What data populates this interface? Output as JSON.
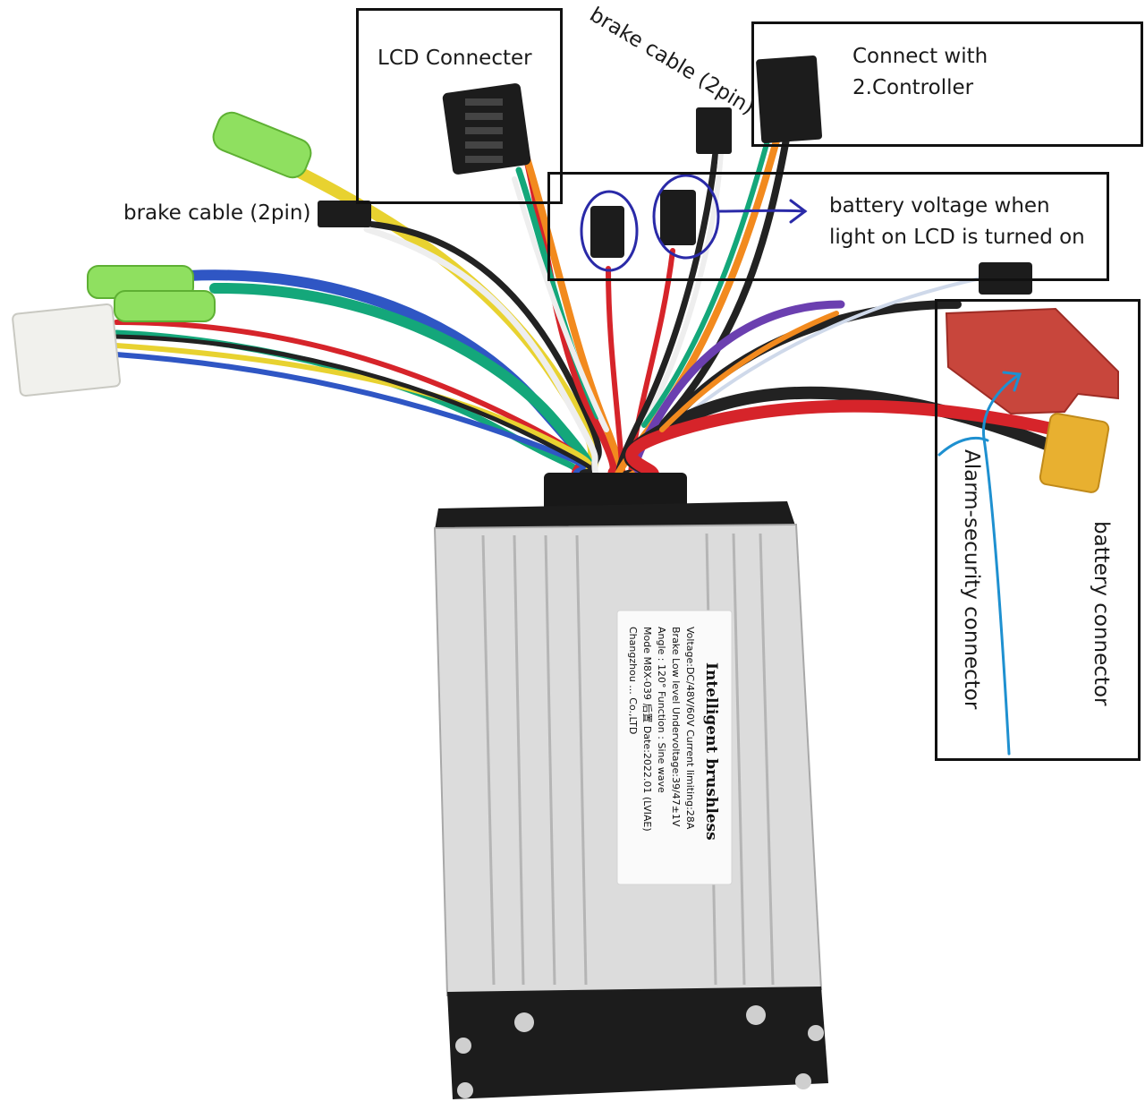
{
  "labels": {
    "lcd": "LCD Connecter",
    "brake_top": "brake cable (2pin)",
    "controller_line1": "Connect with",
    "controller_line2": "2.Controller",
    "brake_left": "brake cable (2pin)",
    "battery_voltage_line1": "battery voltage when",
    "battery_voltage_line2": "light on LCD is turned on",
    "alarm": "Alarm-security connector",
    "battery_connector": "battery connector"
  },
  "controller_sticker": {
    "title": "Intelligent brushless",
    "lines": [
      "Voltage:DC/48V/60V   Current limiting:28A",
      "Brake Low level   Undervoltage:39/47±1V",
      "Angle : 120°   Function : Sine wave",
      "Mode  M8X-039 后置   Date:2022.01 (LVIAE)",
      "Changzhou ... Co.,LTD"
    ]
  },
  "colors": {
    "box_border": "#111111",
    "annotation_blue": "#2a2aa8",
    "arrow_light_blue": "#1e90d0",
    "wire_yellow": "#e8d230",
    "wire_green": "#14a77a",
    "wire_blue": "#2f56c4",
    "wire_red": "#d6242a",
    "wire_orange": "#f28a1e",
    "wire_black": "#222222",
    "wire_purple": "#6b3fb0",
    "connector_red": "#c8463c",
    "connector_yellow": "#e8b030",
    "connector_green": "#8fe060",
    "heatsink": "#dcdcdc"
  }
}
